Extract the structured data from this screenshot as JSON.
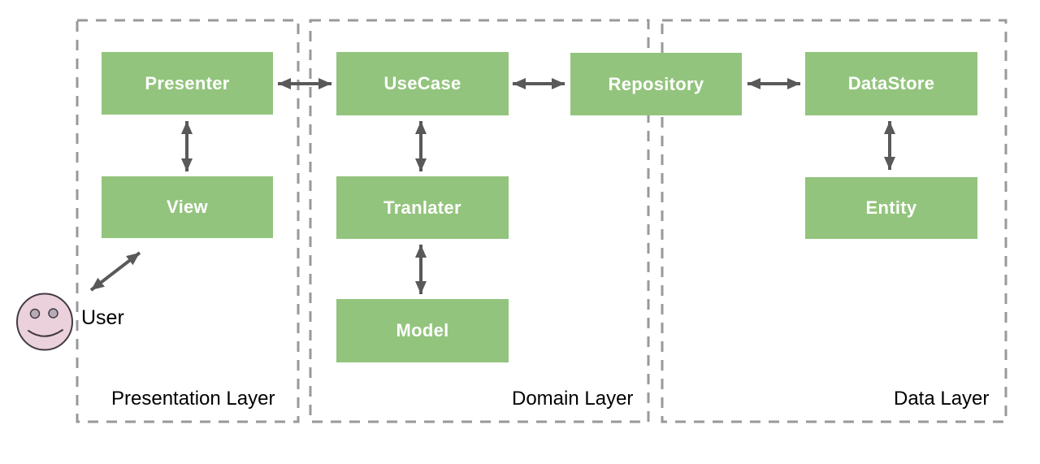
{
  "colors": {
    "green": "#93c47d",
    "node-text": "#ffffff",
    "arrow": "#595959",
    "border": "#999999",
    "label": "#000000",
    "face-fill": "#ead1dc",
    "face-stroke": "#433b43",
    "eye-fill": "#b7abb7"
  },
  "layers": [
    {
      "label": "Presentation Layer"
    },
    {
      "label": "Domain Layer"
    },
    {
      "label": "Data Layer"
    }
  ],
  "nodes": {
    "presenter": "Presenter",
    "view": "View",
    "usecase": "UseCase",
    "tranlater": "Tranlater",
    "model": "Model",
    "repository": "Repository",
    "datastore": "DataStore",
    "entity": "Entity"
  },
  "user": {
    "label": "User"
  },
  "edges": [
    {
      "from": "user",
      "to": "view",
      "bidirectional": true
    },
    {
      "from": "presenter",
      "to": "view",
      "bidirectional": true
    },
    {
      "from": "presenter",
      "to": "usecase",
      "bidirectional": true
    },
    {
      "from": "usecase",
      "to": "tranlater",
      "bidirectional": true
    },
    {
      "from": "tranlater",
      "to": "model",
      "bidirectional": true
    },
    {
      "from": "usecase",
      "to": "repository",
      "bidirectional": true
    },
    {
      "from": "repository",
      "to": "datastore",
      "bidirectional": true
    },
    {
      "from": "datastore",
      "to": "entity",
      "bidirectional": true
    }
  ]
}
